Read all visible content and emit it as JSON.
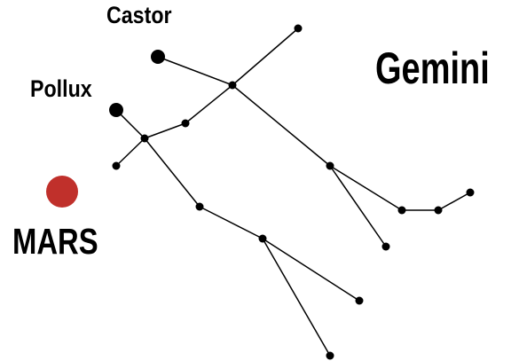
{
  "labels": {
    "constellation": "Gemini",
    "star_castor": "Castor",
    "star_pollux": "Pollux",
    "planet": "MARS"
  },
  "colors": {
    "background": "#ffffff",
    "lines": "#000000",
    "stars": "#000000",
    "text": "#000000",
    "mars": "#c0302b"
  }
}
